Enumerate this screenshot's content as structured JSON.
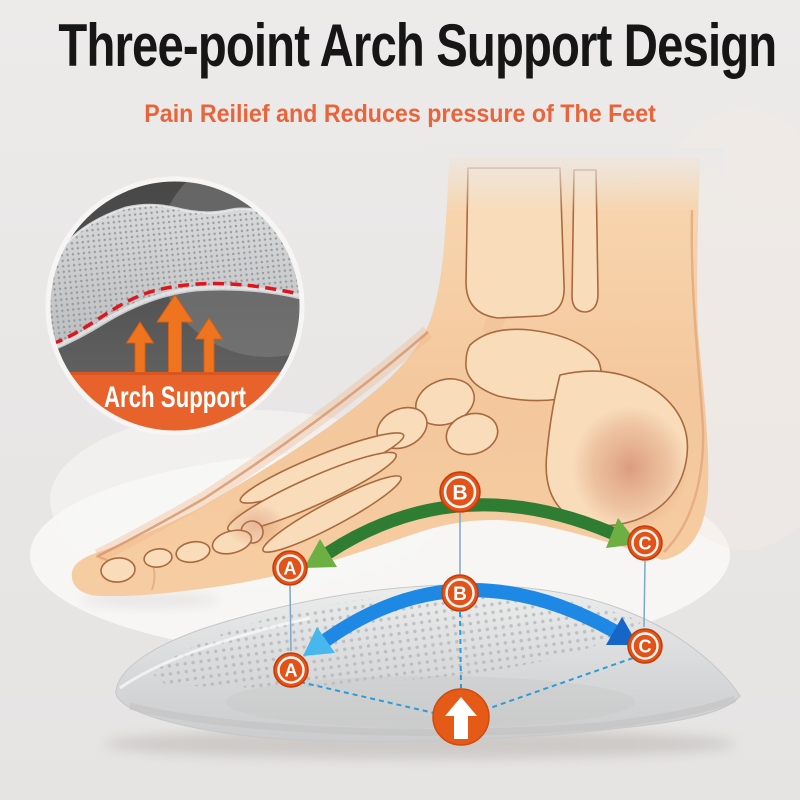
{
  "header": {
    "title": "Three-point Arch Support Design",
    "subtitle": "Pain Reilief and Reduces pressure of The Feet"
  },
  "inset": {
    "label": "Arch Support"
  },
  "markers": {
    "a": "A",
    "b": "B",
    "c": "C"
  },
  "colors": {
    "title_black": "#161616",
    "subtitle_orange": "#e8653c",
    "marker_orange": "#e2531a",
    "marker_edge": "#c43c08",
    "marker_ring_white": "#ffffff",
    "green_arrow": "#2e7d33",
    "green_arrowhead": "#6cb043",
    "blue_arrow": "#1e88e5",
    "blue_arrowhead_light": "#47b7ee",
    "blue_arrowhead_dark": "#1566c8",
    "dashed_connector_blue": "#2e9bd6",
    "thin_connector_blue": "#7aa9c9",
    "red_dashed_line": "#e0141c",
    "inset_band_orange": "#e7632b",
    "inset_arrow_orange": "#ee7420",
    "up_arrow_circle_orange": "#e45a16"
  }
}
